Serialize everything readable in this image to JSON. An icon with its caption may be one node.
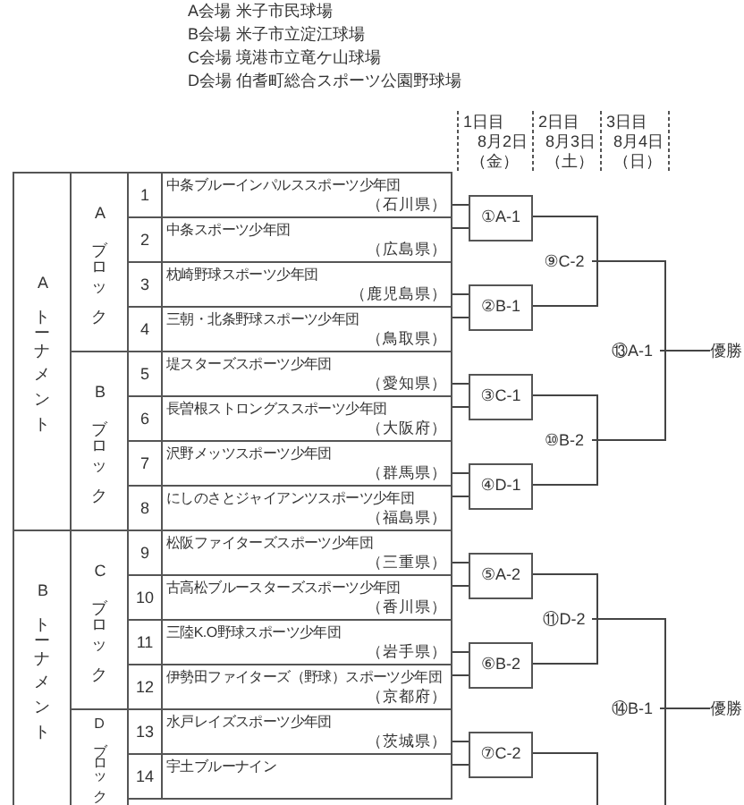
{
  "diagram": {
    "nodes": [
      {
        "text": [
          "Aトーナメント"
        ]
      },
      {
        "text": [
          "Bトーナメント"
        ]
      },
      {
        "text": [
          "Aブロック"
        ]
      },
      {
        "text": [
          "Bブロック"
        ]
      },
      {
        "text": [
          "Cブロック"
        ]
      },
      {
        "text": [
          "Dブロック"
        ]
      },
      {
        "text": [
          "1"
        ]
      },
      {
        "text": [
          "2"
        ]
      },
      {
        "text": [
          "3"
        ]
      },
      {
        "text": [
          "4"
        ]
      },
      {
        "text": [
          "5"
        ]
      },
      {
        "text": [
          "6"
        ]
      },
      {
        "text": [
          "7"
        ]
      },
      {
        "text": [
          "8"
        ]
      },
      {
        "text": [
          "9"
        ]
      },
      {
        "text": [
          "10"
        ]
      },
      {
        "text": [
          "11"
        ]
      },
      {
        "text": [
          "12"
        ]
      },
      {
        "text": [
          "13"
        ]
      },
      {
        "text": [
          "14"
        ]
      },
      {
        "text": [
          "中条ブルーインパルススポーツ少年団",
          "（石川県）"
        ]
      },
      {
        "text": [
          "中条スポーツ少年団",
          "（広島県）"
        ]
      },
      {
        "text": [
          "枕崎野球スポーツ少年団",
          "（鹿児島県）"
        ]
      },
      {
        "text": [
          "三朝・北条野球スポーツ少年団",
          "（鳥取県）"
        ]
      },
      {
        "text": [
          "堤スターズスポーツ少年団",
          "（愛知県）"
        ]
      },
      {
        "text": [
          "長曽根ストロングススポーツ少年団",
          "（大阪府）"
        ]
      },
      {
        "text": [
          "沢野メッツスポーツ少年団",
          "（群馬県）"
        ]
      },
      {
        "text": [
          "にしのさとジャイアンツスポーツ少年団",
          "（福島県）"
        ]
      },
      {
        "text": [
          "松阪ファイターズスポーツ少年団",
          "（三重県）"
        ]
      },
      {
        "text": [
          "古高松ブルースターズスポーツ少年団",
          "（香川県）"
        ]
      },
      {
        "text": [
          "三陸K.O野球スポーツ少年団",
          "（岩手県）"
        ]
      },
      {
        "text": [
          "伊勢田ファイターズ（野球）スポーツ少年団",
          "（京都府）"
        ]
      },
      {
        "text": [
          "水戸レイズスポーツ少年団",
          "（茨城県）"
        ]
      },
      {
        "text": [
          "宇土ブルーナイン"
        ]
      },
      {
        "text": [
          "①A-1"
        ]
      },
      {
        "text": [
          "②B-1"
        ]
      },
      {
        "text": [
          "③C-1"
        ]
      },
      {
        "text": [
          "④D-1"
        ]
      },
      {
        "text": [
          "⑤A-2"
        ]
      },
      {
        "text": [
          "⑥B-2"
        ]
      },
      {
        "text": [
          "⑦C-2"
        ]
      },
      {
        "text": [
          "⑨C-2"
        ]
      },
      {
        "text": [
          "⑩B-2"
        ]
      },
      {
        "text": [
          "⑪D-2"
        ]
      },
      {
        "text": [
          "⑬A-1"
        ]
      },
      {
        "text": [
          "⑭B-1"
        ]
      },
      {
        "text": [
          "優勝"
        ]
      },
      {
        "text": [
          "優勝"
        ]
      }
    ],
    "edges": [
      {
        "from": 20,
        "to": 34,
        "arrow": "none"
      },
      {
        "from": 21,
        "to": 34,
        "arrow": "none"
      },
      {
        "from": 22,
        "to": 35,
        "arrow": "none"
      },
      {
        "from": 23,
        "to": 35,
        "arrow": "none"
      },
      {
        "from": 24,
        "to": 36,
        "arrow": "none"
      },
      {
        "from": 25,
        "to": 36,
        "arrow": "none"
      },
      {
        "from": 26,
        "to": 37,
        "arrow": "none"
      },
      {
        "from": 27,
        "to": 37,
        "arrow": "none"
      },
      {
        "from": 28,
        "to": 38,
        "arrow": "none"
      },
      {
        "from": 29,
        "to": 38,
        "arrow": "none"
      },
      {
        "from": 30,
        "to": 39,
        "arrow": "none"
      },
      {
        "from": 31,
        "to": 39,
        "arrow": "none"
      },
      {
        "from": 32,
        "to": 40,
        "arrow": "none"
      },
      {
        "from": 33,
        "to": 40,
        "arrow": "none"
      },
      {
        "from": 34,
        "to": 41,
        "arrow": "none"
      },
      {
        "from": 35,
        "to": 41,
        "arrow": "none"
      },
      {
        "from": 36,
        "to": 42,
        "arrow": "none"
      },
      {
        "from": 37,
        "to": 42,
        "arrow": "none"
      },
      {
        "from": 38,
        "to": 43,
        "arrow": "none"
      },
      {
        "from": 39,
        "to": 43,
        "arrow": "none"
      },
      {
        "from": 40,
        "to": null,
        "arrow": "none"
      },
      {
        "from": 41,
        "to": 44,
        "arrow": "none"
      },
      {
        "from": 42,
        "to": 44,
        "arrow": "none"
      },
      {
        "from": 43,
        "to": 45,
        "arrow": "none"
      },
      {
        "from": null,
        "to": 45,
        "arrow": "none"
      },
      {
        "from": 44,
        "to": 46,
        "arrow": "none"
      },
      {
        "from": 45,
        "to": 47,
        "arrow": "none"
      }
    ],
    "labels": [
      "A会場",
      "米子市民球場",
      "B会場",
      "米子市立淀江球場",
      "C会場",
      "境港市立竜ケ山球場",
      "D会場",
      "伯耆町総合スポーツ公園野球場",
      "1日目",
      "8月2日",
      "（金）",
      "2日目",
      "8月3日",
      "（土）",
      "3日目",
      "8月4日",
      "（日）"
    ]
  }
}
